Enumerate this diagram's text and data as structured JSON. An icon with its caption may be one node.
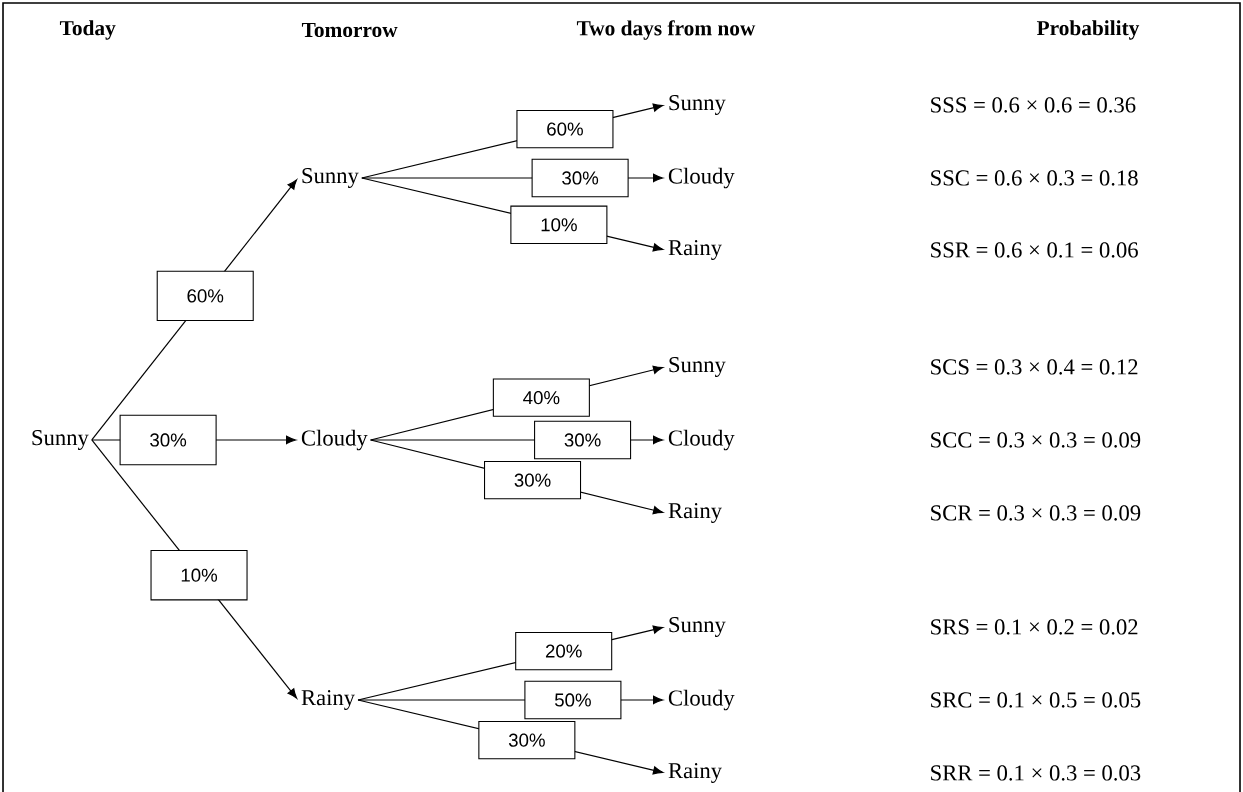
{
  "diagram": {
    "nodes": [
      {
        "text": [
          "Sunny"
        ]
      },
      {
        "text": [
          "Sunny"
        ]
      },
      {
        "text": [
          "Cloudy"
        ]
      },
      {
        "text": [
          "Rainy"
        ]
      },
      {
        "text": [
          "Sunny"
        ]
      },
      {
        "text": [
          "Cloudy"
        ]
      },
      {
        "text": [
          "Rainy"
        ]
      },
      {
        "text": [
          "Sunny"
        ]
      },
      {
        "text": [
          "Cloudy"
        ]
      },
      {
        "text": [
          "Rainy"
        ]
      },
      {
        "text": [
          "Sunny"
        ]
      },
      {
        "text": [
          "Cloudy"
        ]
      },
      {
        "text": [
          "Rainy"
        ]
      }
    ],
    "edges": [
      {
        "from": 0,
        "to": 1,
        "arrow": "to",
        "label": "60%"
      },
      {
        "from": 0,
        "to": 2,
        "arrow": "to",
        "label": "30%"
      },
      {
        "from": 0,
        "to": 3,
        "arrow": "to",
        "label": "10%"
      },
      {
        "from": 1,
        "to": 4,
        "arrow": "to",
        "label": "60%"
      },
      {
        "from": 1,
        "to": 5,
        "arrow": "to",
        "label": "30%"
      },
      {
        "from": 1,
        "to": 6,
        "arrow": "to",
        "label": "10%"
      },
      {
        "from": 2,
        "to": 7,
        "arrow": "to",
        "label": "40%"
      },
      {
        "from": 2,
        "to": 8,
        "arrow": "to",
        "label": "30%"
      },
      {
        "from": 2,
        "to": 9,
        "arrow": "to",
        "label": "30%"
      },
      {
        "from": 3,
        "to": 10,
        "arrow": "to",
        "label": "20%"
      },
      {
        "from": 3,
        "to": 11,
        "arrow": "to",
        "label": "50%"
      },
      {
        "from": 3,
        "to": 12,
        "arrow": "to",
        "label": "30%"
      }
    ],
    "labels": [
      "Today",
      "Tomorrow",
      "Two days from now",
      "Probability",
      "SSS = 0.6 × 0.6 = 0.36",
      "SSC = 0.6 × 0.3 = 0.18",
      "SSR = 0.6 × 0.1 = 0.06",
      "SCS = 0.3 × 0.4 = 0.12",
      "SCC = 0.3 × 0.3 = 0.09",
      "SCR = 0.3 × 0.3 = 0.09",
      "SRS = 0.1 × 0.2 = 0.02",
      "SRC = 0.1 × 0.5 = 0.05",
      "SRR = 0.1 × 0.3 = 0.03"
    ]
  }
}
